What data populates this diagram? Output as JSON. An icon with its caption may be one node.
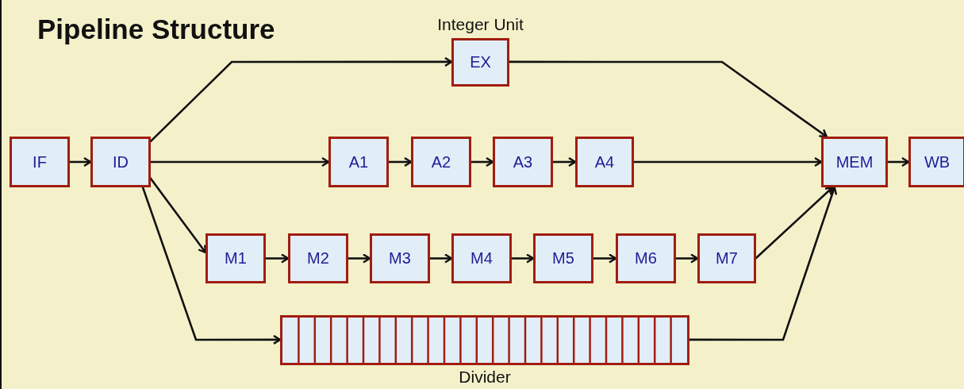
{
  "diagram": {
    "title": "Pipeline Structure",
    "nodes": [
      {
        "text": [
          "IF"
        ]
      },
      {
        "text": [
          "ID"
        ]
      },
      {
        "text": [
          "EX"
        ],
        "beside": [
          "Integer Unit"
        ]
      },
      {
        "text": [
          "A1"
        ]
      },
      {
        "text": [
          "A2"
        ]
      },
      {
        "text": [
          "A3"
        ]
      },
      {
        "text": [
          "A4"
        ]
      },
      {
        "text": [
          "M1"
        ]
      },
      {
        "text": [
          "M2"
        ]
      },
      {
        "text": [
          "M3"
        ]
      },
      {
        "text": [
          "M4"
        ]
      },
      {
        "text": [
          "M5"
        ]
      },
      {
        "text": [
          "M6"
        ]
      },
      {
        "text": [
          "M7"
        ]
      },
      {
        "text": [
          "Divider"
        ]
      },
      {
        "text": [
          "MEM"
        ]
      },
      {
        "text": [
          "WB"
        ]
      }
    ],
    "edges": [
      {
        "from": 0,
        "to": 1,
        "arrow": "to"
      },
      {
        "from": 1,
        "to": 2,
        "arrow": "to"
      },
      {
        "from": 1,
        "to": 3,
        "arrow": "to"
      },
      {
        "from": 3,
        "to": 4,
        "arrow": "to"
      },
      {
        "from": 4,
        "to": 5,
        "arrow": "to"
      },
      {
        "from": 5,
        "to": 6,
        "arrow": "to"
      },
      {
        "from": 1,
        "to": 7,
        "arrow": "to"
      },
      {
        "from": 7,
        "to": 8,
        "arrow": "to"
      },
      {
        "from": 8,
        "to": 9,
        "arrow": "to"
      },
      {
        "from": 9,
        "to": 10,
        "arrow": "to"
      },
      {
        "from": 10,
        "to": 11,
        "arrow": "to"
      },
      {
        "from": 11,
        "to": 12,
        "arrow": "to"
      },
      {
        "from": 12,
        "to": 13,
        "arrow": "to"
      },
      {
        "from": 1,
        "to": 14,
        "arrow": "to"
      },
      {
        "from": 2,
        "to": 15,
        "arrow": "to"
      },
      {
        "from": 6,
        "to": 15,
        "arrow": "to"
      },
      {
        "from": 13,
        "to": 15,
        "arrow": "to"
      },
      {
        "from": 14,
        "to": 15,
        "arrow": "to"
      },
      {
        "from": 15,
        "to": 16,
        "arrow": "to"
      }
    ]
  }
}
